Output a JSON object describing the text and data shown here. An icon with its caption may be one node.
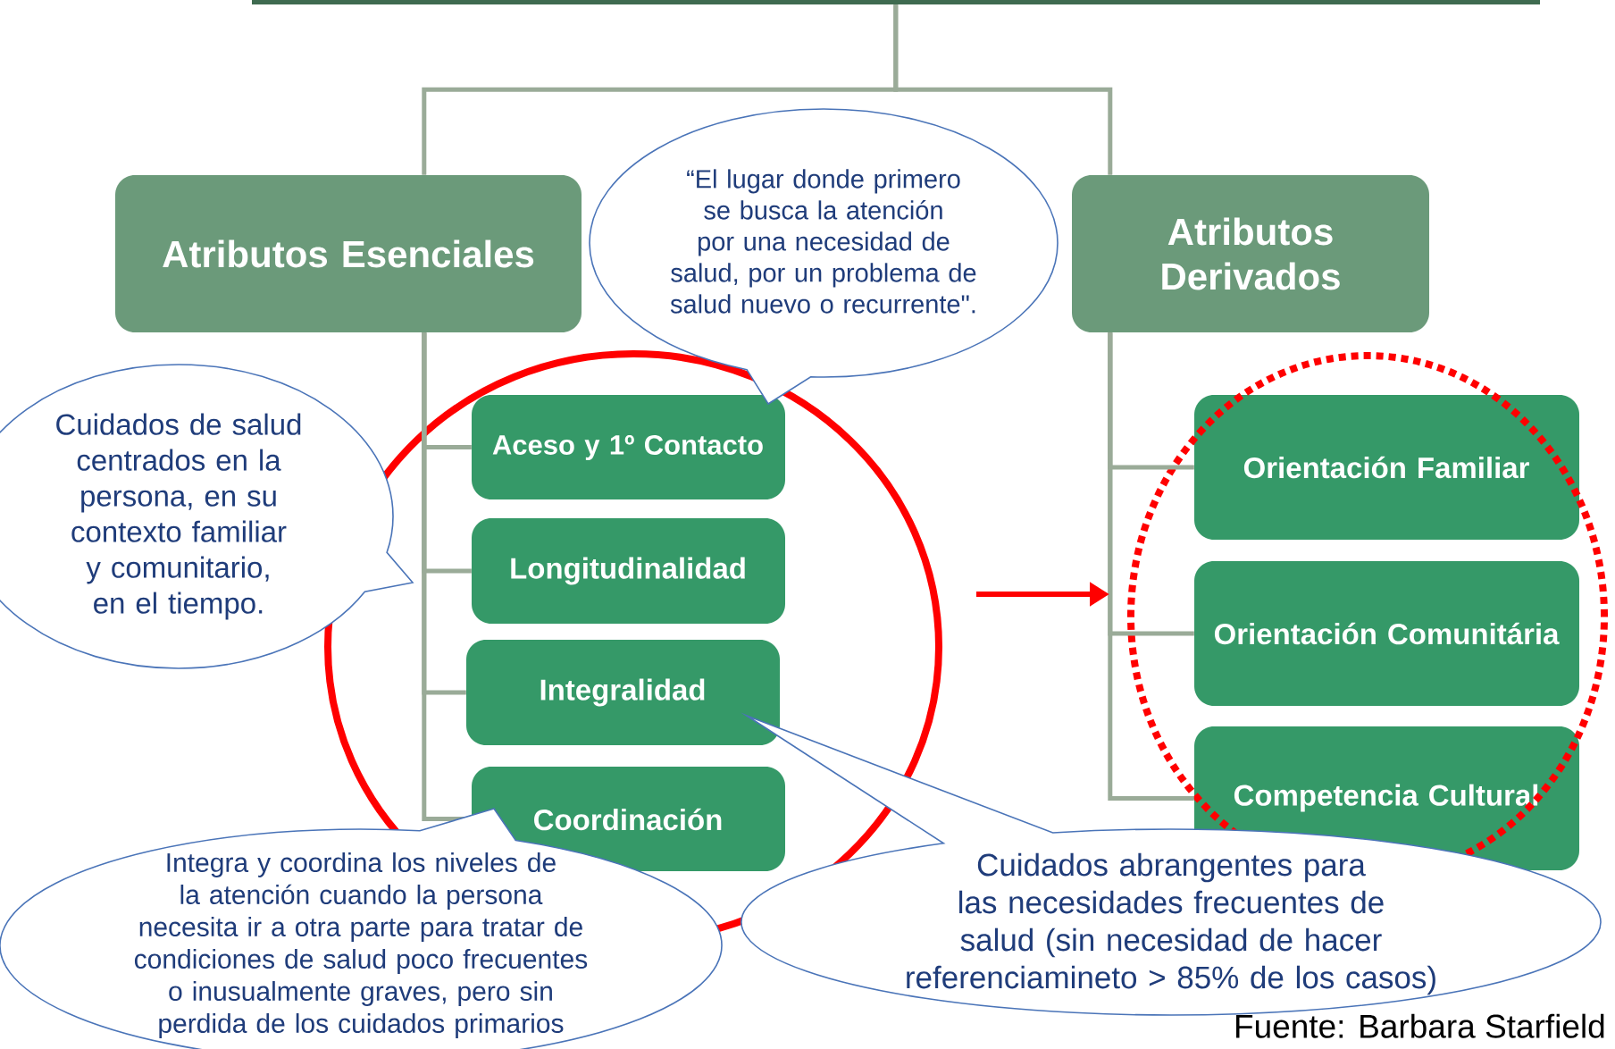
{
  "diagram": {
    "nodes": [
      {
        "text": [],
        "shape": "box"
      },
      {
        "text": [
          "Atributos Esenciales"
        ]
      },
      {
        "text": [
          "Atributos Derivados"
        ]
      },
      {
        "text": [
          "Aceso y 1º Contacto"
        ]
      },
      {
        "text": [
          "Longitudinalidad"
        ]
      },
      {
        "text": [
          "Integralidad"
        ]
      },
      {
        "text": [
          "Coordinación"
        ]
      },
      {
        "text": [
          "Orientación Familiar"
        ]
      },
      {
        "text": [
          "Orientación Comunitária"
        ]
      },
      {
        "text": [
          "Competencia Cultural"
        ]
      },
      {
        "text": [
          "“El lugar donde primero se busca la atención por una necesidad de salud, por un problema de salud nuevo o recurrente\"."
        ]
      },
      {
        "text": [
          "Cuidados de salud centrados en la persona, en su contexto familiar y comunitario, en el tiempo."
        ]
      },
      {
        "text": [
          "Integra y coordina los niveles de la atención cuando la persona necesita ir a otra parte para tratar de condiciones de salud poco frecuentes o inusualmente graves, pero sin perdida de los cuidados primarios"
        ]
      },
      {
        "text": [
          "Cuidados abrangentes para las necesidades frecuentes de salud (sin necesidad de hacer referenciamineto > 85% de los casos)"
        ]
      }
    ],
    "edges": [
      {
        "from": 0,
        "to": 1,
        "arrow": "none"
      },
      {
        "from": 0,
        "to": 2,
        "arrow": "none"
      },
      {
        "from": 1,
        "to": 3,
        "arrow": "none"
      },
      {
        "from": 1,
        "to": 4,
        "arrow": "none"
      },
      {
        "from": 1,
        "to": 5,
        "arrow": "none"
      },
      {
        "from": 1,
        "to": 6,
        "arrow": "none"
      },
      {
        "from": 2,
        "to": 7,
        "arrow": "none"
      },
      {
        "from": 2,
        "to": 8,
        "arrow": "none"
      },
      {
        "from": 2,
        "to": 9,
        "arrow": "none"
      }
    ],
    "labels": [
      "Fuente: Barbara Starfield"
    ]
  }
}
